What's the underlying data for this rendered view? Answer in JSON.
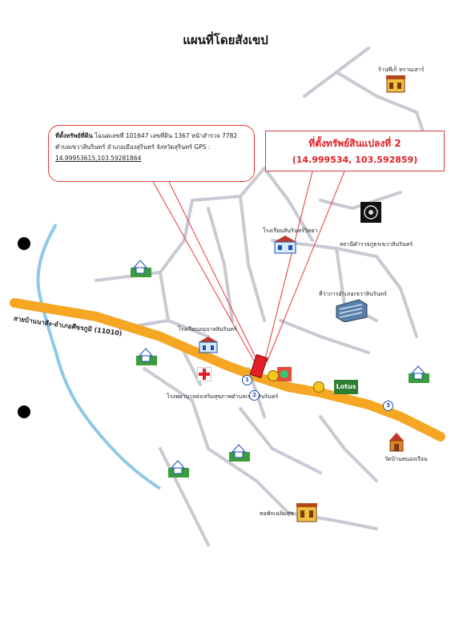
{
  "title": "แผนที่โดยสังเขป",
  "callout_parcel": {
    "heading": "ที่ตั้งทรัพย์ที่ดิน",
    "line1": "โฉนดเลขที่ 101647 เลขที่ดิน 1367 หน้าสำรวจ 7782",
    "line2": "ตำบลเขวาสินรินทร์ อำเภอเมืองสุรินทร์ จังหวัดสุรินทร์ GPS :",
    "gps": "14.99953615,103.59281864"
  },
  "callout_property": {
    "title": "ที่ตั้งทรัพย์สินแปลงที่ 2",
    "coords": "(14.999534, 103.592859)"
  },
  "road_label": "สายบ้านนาสัง-อำเภอศีขรภูมิ (11010)",
  "places": {
    "shop": "ร้านพีเก็ ทรานเสาร์",
    "school_a": "โรงเรียนสินรินทร์วิทยา",
    "police": "สถานีตำรวจภูธรเขวาสินรินทร์",
    "district_office": "ที่ว่าการอำเภอเขวาสินรินทร์",
    "school_b": "โรงเรียนอนุบาลสินรินทร์",
    "hospital": "โรงพยาบาลส่งเสริมสุขภาพตำบลเขวาสินรินทร์",
    "temple": "วัดบ้านหนองเรือน",
    "lodging": "หอพักเฉลิมสุข"
  },
  "road_markers": [
    "1",
    "2",
    "3"
  ],
  "lotus_logo": "Lotus",
  "colors": {
    "road": "#f5a623",
    "river": "#8ec9e6",
    "streets": "#c9c9d4",
    "callout": "#e23b3b",
    "highlight": "#e01f26"
  }
}
